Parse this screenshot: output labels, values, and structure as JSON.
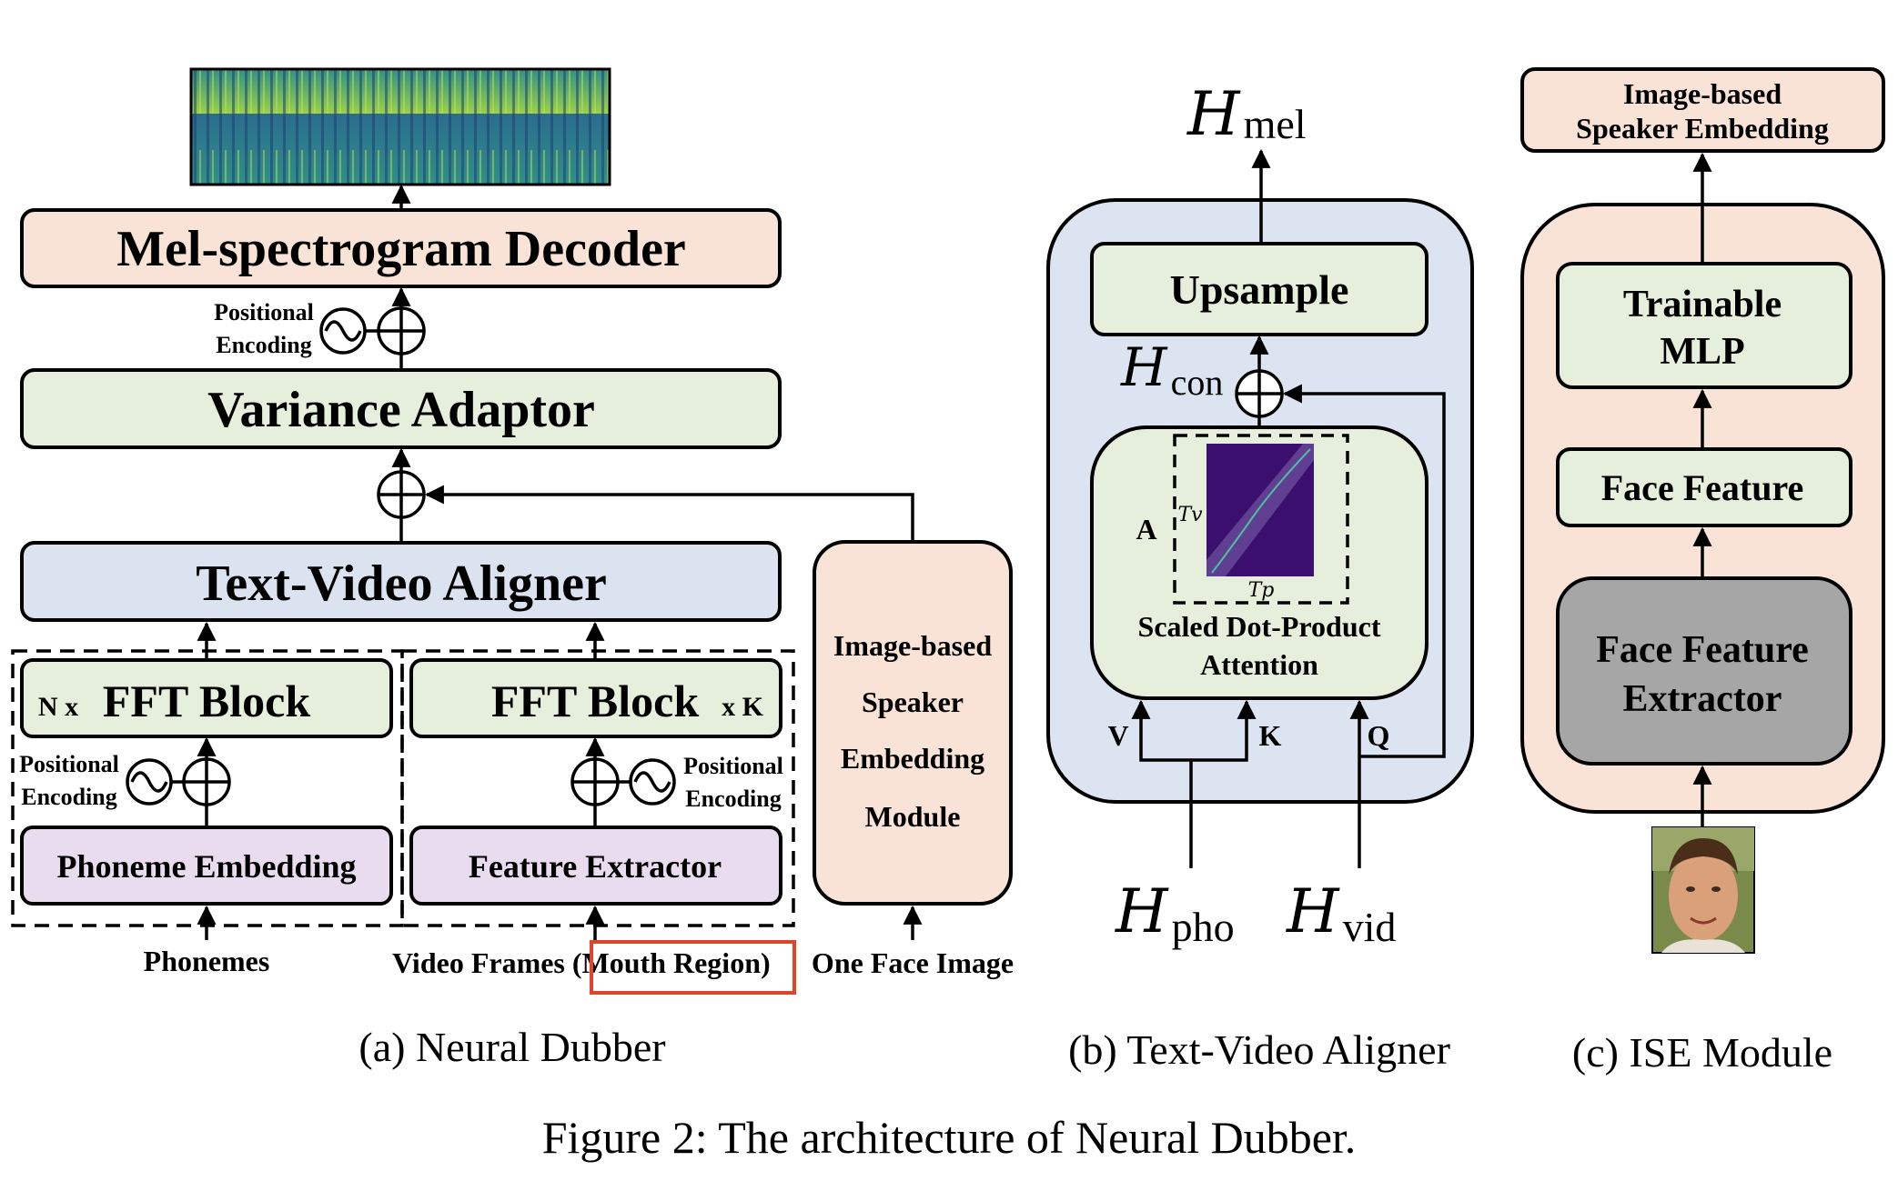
{
  "panel_a": {
    "caption": "(a) Neural Dubber",
    "decoder": "Mel-spectrogram Decoder",
    "variance_adaptor": "Variance Adaptor",
    "aligner": "Text-Video Aligner",
    "pos_enc_top_1": "Positional",
    "pos_enc_top_2": "Encoding",
    "fft_left_prefix": "N x",
    "fft_left": "FFT Block",
    "fft_right": "FFT Block",
    "fft_right_suffix": "x K",
    "pos_enc_left_1": "Positional",
    "pos_enc_left_2": "Encoding",
    "pos_enc_right_1": "Positional",
    "pos_enc_right_2": "Encoding",
    "phoneme_embedding": "Phoneme Embedding",
    "feature_extractor": "Feature Extractor",
    "ise_line1": "Image-based",
    "ise_line2": "Speaker",
    "ise_line3": "Embedding",
    "ise_line4": "Module",
    "input_phonemes": "Phonemes",
    "input_video_prefix": "Video Frames (",
    "input_mouth": "Mouth Region",
    "input_video_suffix": ")",
    "input_face": "One Face Image"
  },
  "panel_b": {
    "caption": "(b) Text-Video Aligner",
    "h_mel_sub": "mel",
    "upsample": "Upsample",
    "h_con_sub": "con",
    "attention_a": "A",
    "attention_tv": "Tv",
    "attention_tp": "Tp",
    "attention_line1": "Scaled Dot-Product",
    "attention_line2": "Attention",
    "v": "V",
    "k": "K",
    "q": "Q",
    "h_pho_sub": "pho",
    "h_vid_sub": "vid",
    "h_symbol": "H"
  },
  "panel_c": {
    "caption": "(c) ISE Module",
    "output_line1": "Image-based",
    "output_line2": "Speaker Embedding",
    "mlp_line1": "Trainable",
    "mlp_line2": "MLP",
    "face_feature": "Face Feature",
    "extractor_line1": "Face Feature",
    "extractor_line2": "Extractor"
  },
  "figure_caption": "Figure 2: The architecture of Neural Dubber.",
  "colors": {
    "decoder_fill": "#f8e3d6",
    "adaptor_fill": "#e5efdc",
    "aligner_fill": "#dce3f0",
    "embed_fill": "#e9dcee",
    "ise_fill": "#f8e3d6",
    "aligner_panel_fill": "#dde4f1",
    "extractor_fill": "#a6a6a6",
    "mouth_box": "#e0442c"
  }
}
